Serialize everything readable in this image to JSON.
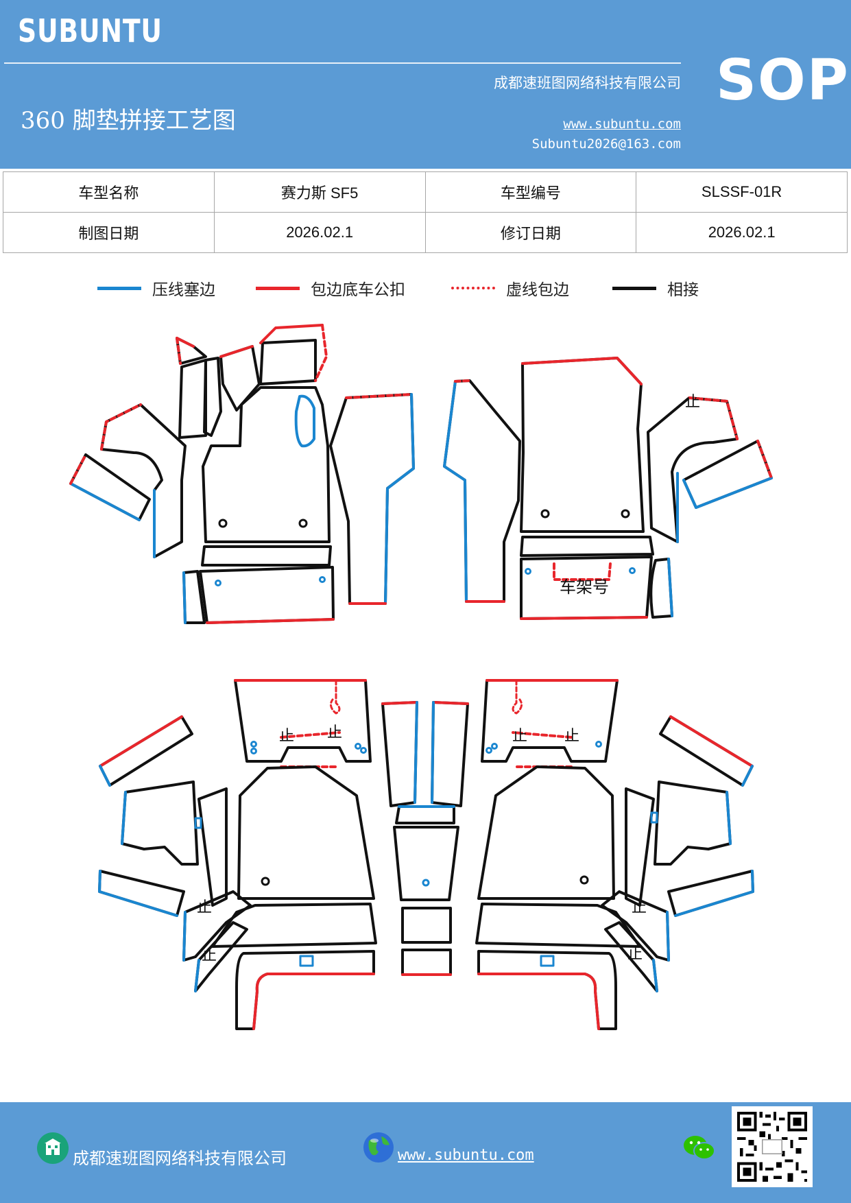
{
  "header": {
    "brand": "SUBUNTU",
    "company": "成都速班图网络科技有限公司",
    "title": "360 脚垫拼接工艺图",
    "website": "www.subuntu.com",
    "email": "Subuntu2026@163.com",
    "sop": "SOP"
  },
  "info": {
    "model_name_label": "车型名称",
    "model_name": "赛力斯 SF5",
    "model_code_label": "车型编号",
    "model_code": "SLSSF-01R",
    "draw_date_label": "制图日期",
    "draw_date": "2026.02.1",
    "revise_date_label": "修订日期",
    "revise_date": "2026.02.1"
  },
  "legend": {
    "blue": "压线塞边",
    "red": "包边底车公扣",
    "dashed": "虚线包边",
    "black": "相接"
  },
  "colors": {
    "header_bg": "#5b9bd5",
    "blue_line": "#1a86d0",
    "red_line": "#e8262c",
    "black_line": "#111111"
  },
  "diagram": {
    "frame_label": "车架号",
    "mark": "止"
  },
  "footer": {
    "company": "成都速班图网络科技有限公司",
    "website": "www.subuntu.com"
  },
  "icons": [
    "building-icon",
    "globe-icon",
    "wechat-icon",
    "qr-code"
  ]
}
